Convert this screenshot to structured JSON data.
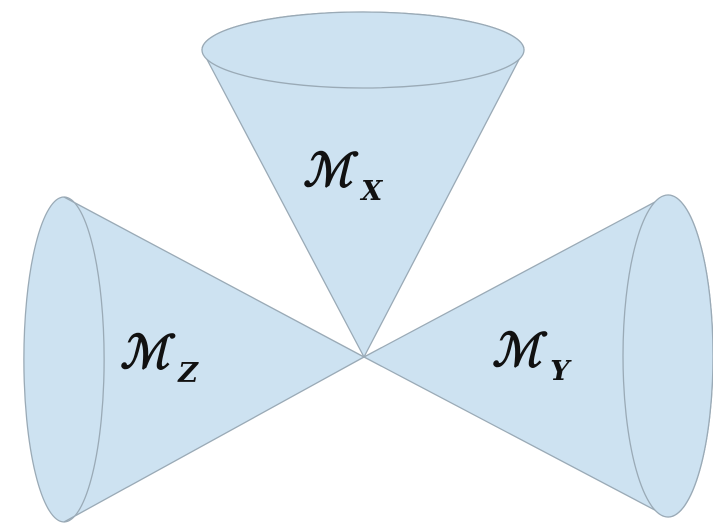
{
  "diagram": {
    "colors": {
      "cone_fill": "#cde2f1",
      "cone_stroke": "#9aaab6",
      "label": "#111111",
      "background": "#ffffff"
    },
    "cones": [
      {
        "id": "x",
        "symbol": "ℳ",
        "subscript": "X"
      },
      {
        "id": "z",
        "symbol": "ℳ",
        "subscript": "Z"
      },
      {
        "id": "y",
        "symbol": "ℳ",
        "subscript": "Y"
      }
    ]
  }
}
